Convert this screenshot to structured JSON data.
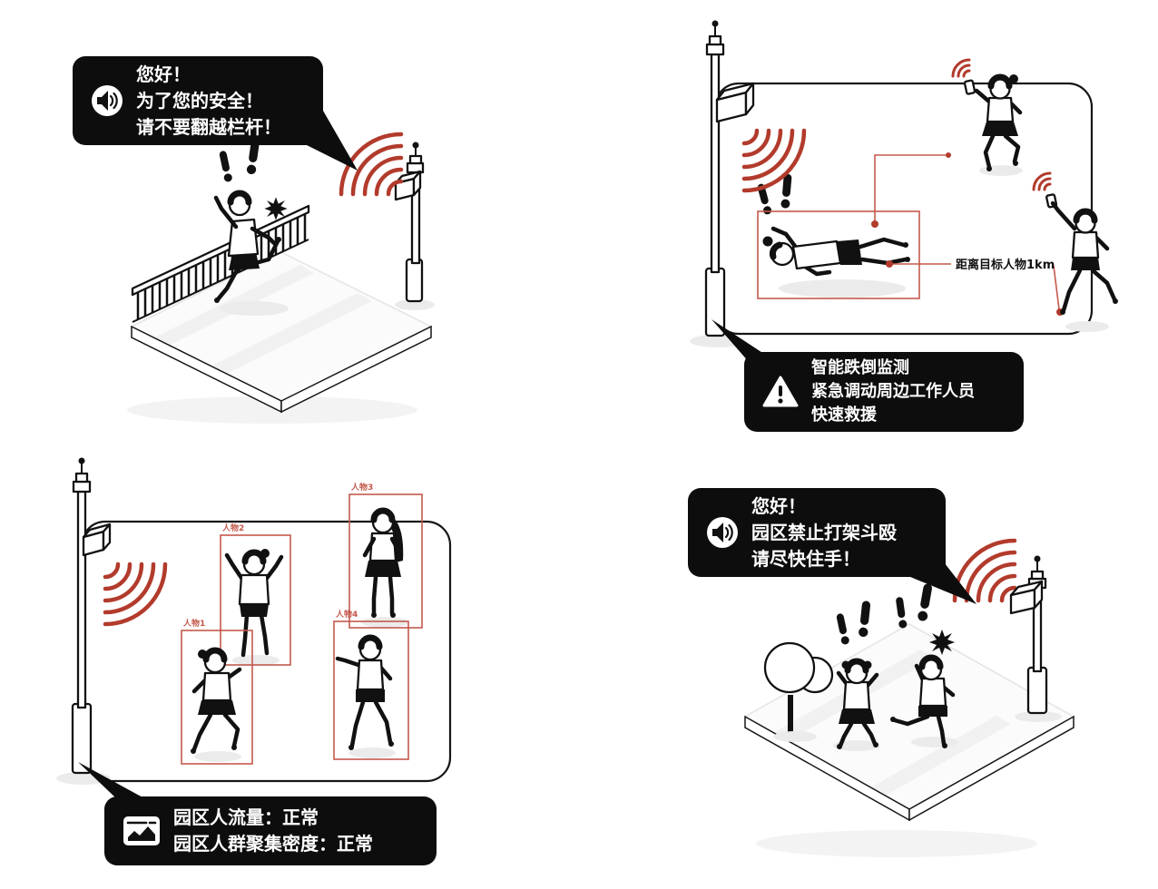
{
  "colors": {
    "ink": "#111111",
    "signal_red": "#b23b2c",
    "detection_red": "#c4594c",
    "bubble_bg": "#0d0d0d",
    "bubble_text": "#ffffff"
  },
  "scenes": {
    "fence_climb": {
      "bubble": {
        "lines": [
          "您好！",
          "为了您的安全！",
          "请不要翻越栏杆！"
        ]
      }
    },
    "fall_detection": {
      "bubble": {
        "lines": [
          "智能跌倒监测",
          "紧急调动周边工作人员",
          "快速救援"
        ]
      },
      "distance_label": "距离目标人物1km"
    },
    "crowd_monitoring": {
      "bubble": {
        "lines": [
          "园区人流量：正常",
          "园区人群聚集密度：正常"
        ]
      },
      "person_labels": [
        "人物1",
        "人物2",
        "人物3",
        "人物4"
      ]
    },
    "fight_warning": {
      "bubble": {
        "lines": [
          "您好！",
          "园区禁止打架斗殴",
          "请尽快住手！"
        ]
      }
    }
  }
}
